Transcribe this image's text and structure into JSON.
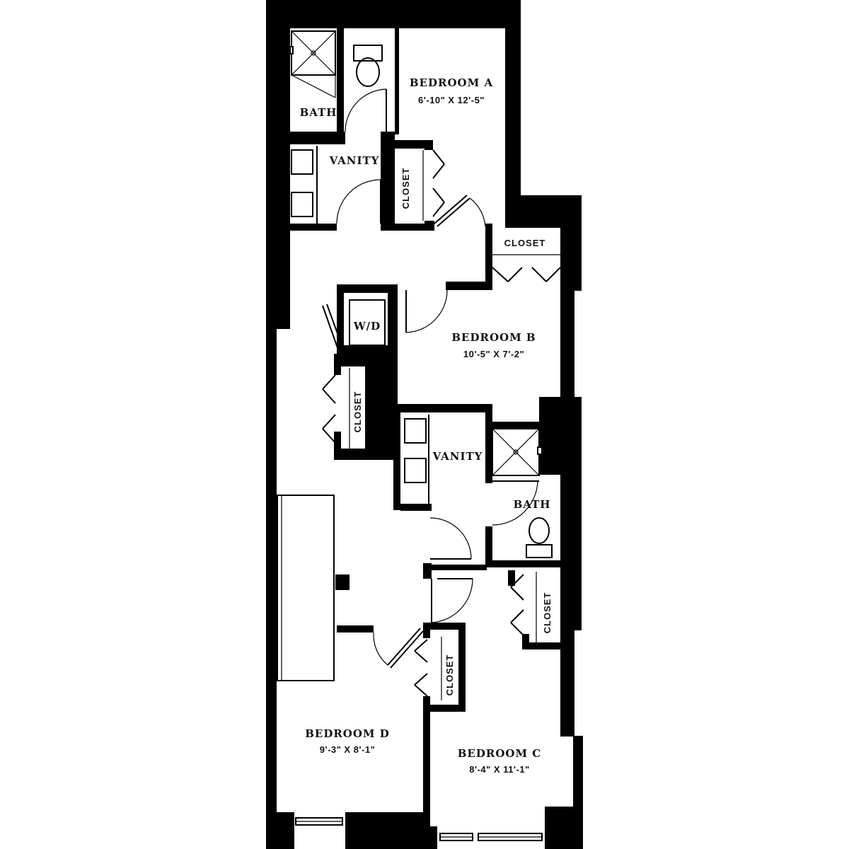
{
  "rooms": {
    "bedroom_a": {
      "name": "BEDROOM A",
      "dims": "6'-10\" X 12'-5\""
    },
    "bedroom_b": {
      "name": "BEDROOM B",
      "dims": "10'-5\" X 7'-2\""
    },
    "bedroom_c": {
      "name": "BEDROOM C",
      "dims": "8'-4\" X 11'-1\""
    },
    "bedroom_d": {
      "name": "BEDROOM D",
      "dims": "9'-3\" X 8'-1\""
    },
    "bath_top": {
      "name": "BATH"
    },
    "vanity_top": {
      "name": "VANITY"
    },
    "bath_mid": {
      "name": "BATH"
    },
    "vanity_mid": {
      "name": "VANITY"
    },
    "washer_dryer": {
      "name": "W/D"
    }
  },
  "closets": {
    "closet_a": "CLOSET",
    "closet_b": "CLOSET",
    "closet_hall": "CLOSET",
    "closet_c": "CLOSET",
    "closet_d": "CLOSET"
  }
}
